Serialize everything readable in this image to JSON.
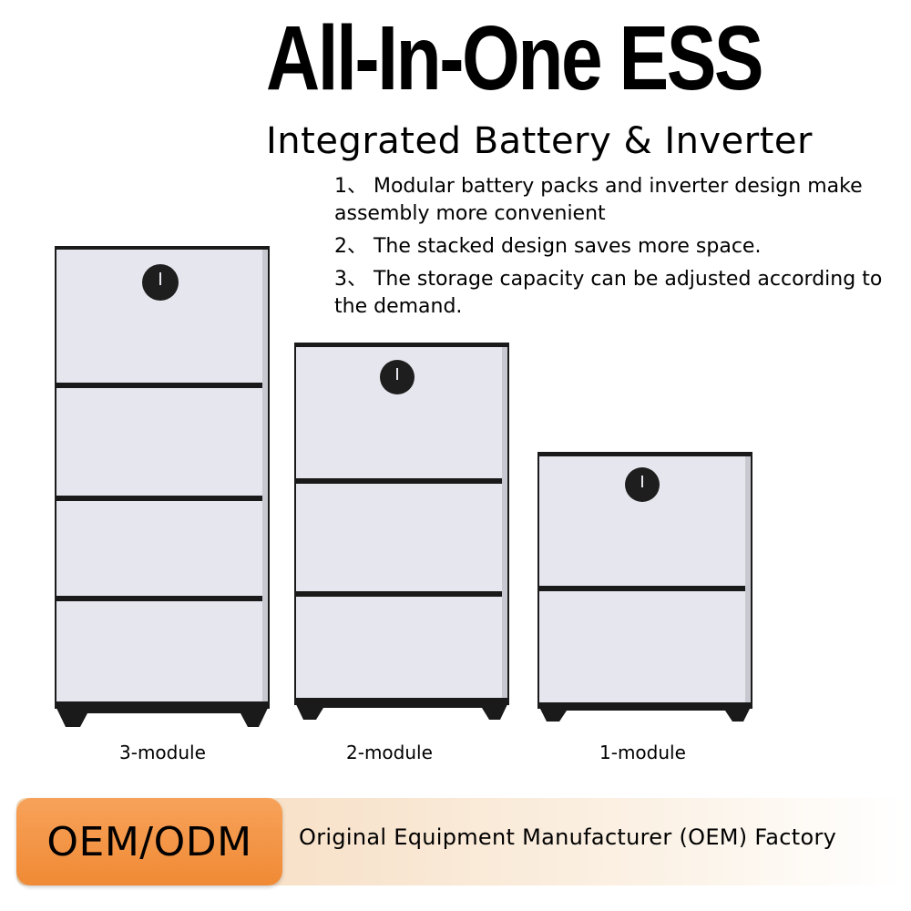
{
  "header": {
    "title": "All-In-One ESS",
    "subtitle": "Integrated Battery & Inverter"
  },
  "features": [
    "1、 Modular battery packs and inverter design make assembly more convenient",
    "2、 The stacked design saves more space.",
    "3、 The storage capacity can be adjusted according to the demand."
  ],
  "products": [
    {
      "label": "3-module",
      "modules": 3
    },
    {
      "label": "2-module",
      "modules": 2
    },
    {
      "label": "1-module",
      "modules": 1
    }
  ],
  "banner": {
    "badge": "OEM/ODM",
    "text": "Original Equipment Manufacturer (OEM) Factory",
    "badge_color": "#f08a35"
  },
  "colors": {
    "panel": "#e6e6ee",
    "frame": "#1a1a1a",
    "power_button": "#1e1e1e"
  }
}
